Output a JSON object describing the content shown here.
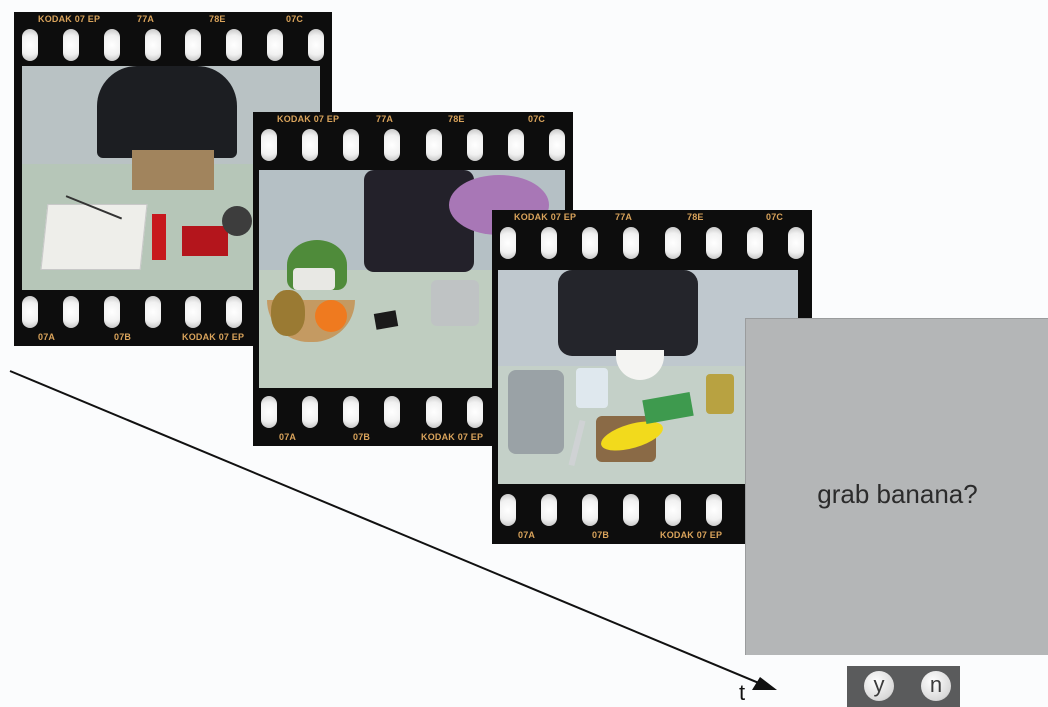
{
  "film_frames": [
    {
      "top_left": "KODAK 07 EP",
      "top_mid1": "77A",
      "top_mid2": "78E",
      "top_right": "07C",
      "bottom_left": "07A",
      "bottom_mid": "07B",
      "bottom_right": "KODAK 07 EP",
      "scene": "office desk with scissors, paper, stapler and box"
    },
    {
      "top_left": "KODAK 07 EP",
      "top_mid1": "77A",
      "top_mid2": "78E",
      "top_right": "07C",
      "bottom_left": "07A",
      "bottom_mid": "07B",
      "bottom_right": "KODAK 07 EP",
      "scene": "table with plants, fruit bowl, phone and watering can"
    },
    {
      "top_left": "KODAK 07 EP",
      "top_mid1": "77A",
      "top_mid2": "78E",
      "top_right": "07C",
      "bottom_left": "07A",
      "bottom_mid": "07B",
      "bottom_right": "KODAK 07 EP",
      "scene": "kitchen table with bowl, banana on cutting board, knife and cups"
    }
  ],
  "question": "grab banana?",
  "time_axis_label": "t",
  "response_keys": {
    "yes": "y",
    "no": "n"
  },
  "colors": {
    "film": "#0d0d0d",
    "edge_text": "#d9a35b",
    "answer_panel": "#b4b6b7",
    "key_bar": "#5a5b5c"
  }
}
